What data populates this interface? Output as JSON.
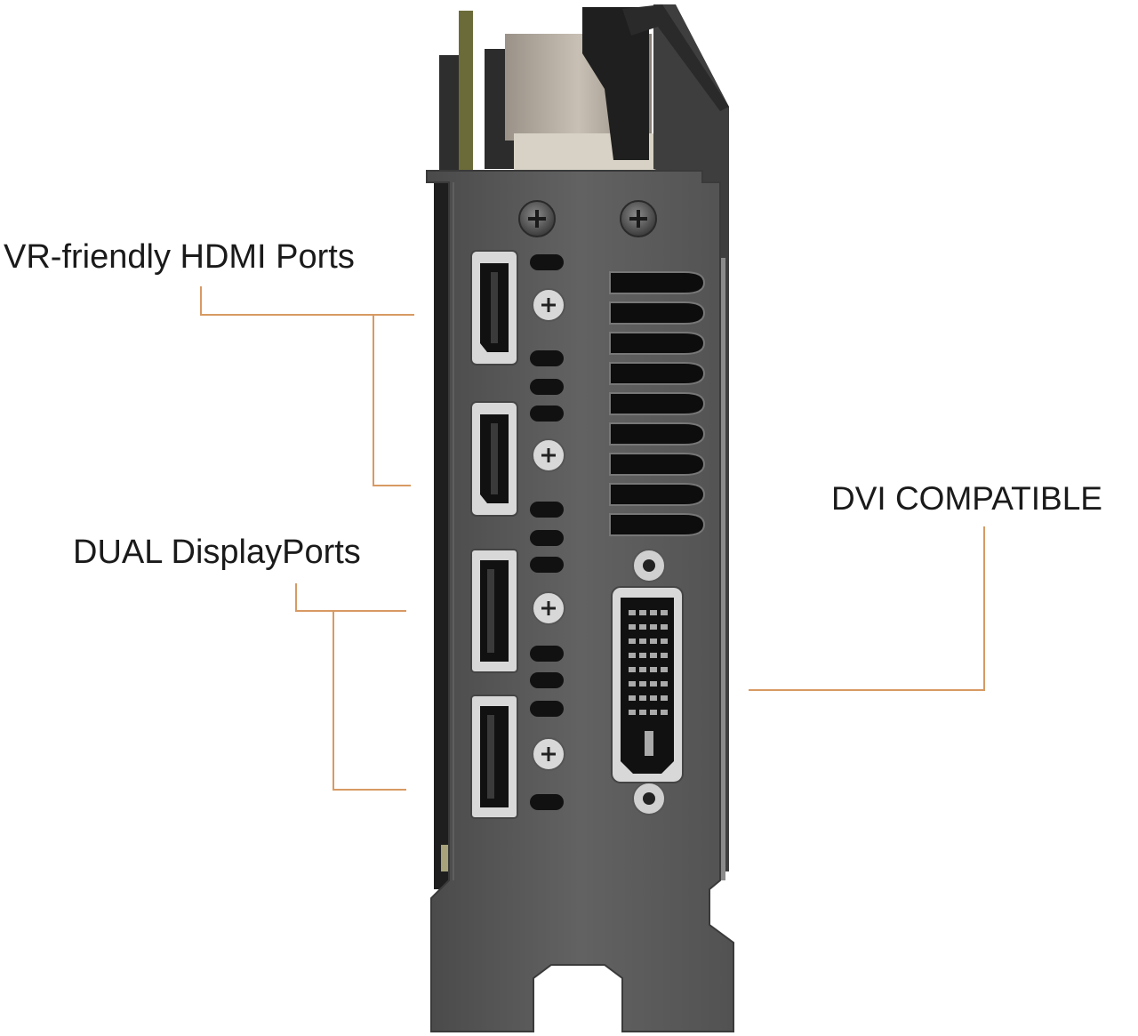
{
  "callouts": {
    "hdmi_label": "VR-friendly HDMI Ports",
    "displayport_label": "DUAL DisplayPorts",
    "dvi_label": "DVI COMPATIBLE"
  },
  "colors": {
    "leader_line": "#d79a62",
    "bracket_metal": "#5d5d5d",
    "text": "#1a1a1a"
  }
}
